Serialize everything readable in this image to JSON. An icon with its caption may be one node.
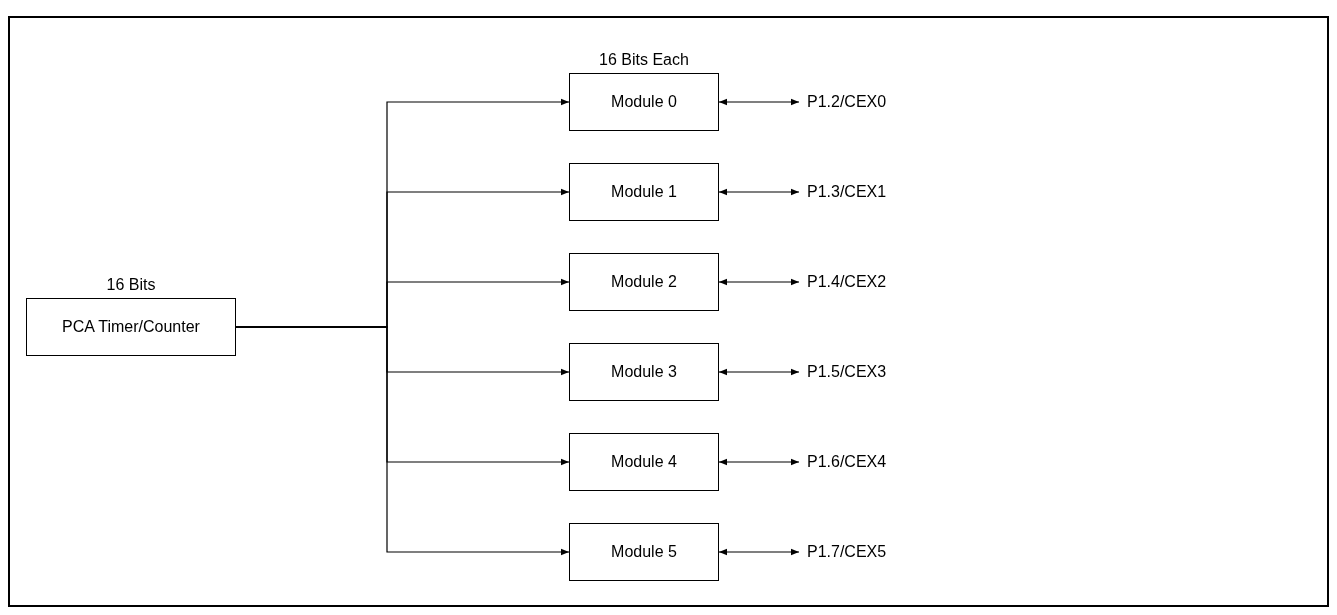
{
  "diagram": {
    "nodes": [
      {
        "text": [
          "PCA Timer/Counter"
        ],
        "beside": [
          "16 Bits"
        ]
      },
      {
        "text": [
          "Module 0"
        ],
        "beside": [
          "16 Bits Each"
        ]
      },
      {
        "text": [
          "Module 1"
        ]
      },
      {
        "text": [
          "Module 2"
        ]
      },
      {
        "text": [
          "Module 3"
        ]
      },
      {
        "text": [
          "Module 4"
        ]
      },
      {
        "text": [
          "Module 5"
        ]
      },
      {
        "text": [
          "P1.2/CEX0"
        ]
      },
      {
        "text": [
          "P1.3/CEX1"
        ]
      },
      {
        "text": [
          "P1.4/CEX2"
        ]
      },
      {
        "text": [
          "P1.5/CEX3"
        ]
      },
      {
        "text": [
          "P1.6/CEX4"
        ]
      },
      {
        "text": [
          "P1.7/CEX5"
        ]
      }
    ],
    "edges": [
      {
        "from": 0,
        "to": 1,
        "arrow": "to"
      },
      {
        "from": 0,
        "to": 2,
        "arrow": "to"
      },
      {
        "from": 0,
        "to": 3,
        "arrow": "to"
      },
      {
        "from": 0,
        "to": 4,
        "arrow": "to"
      },
      {
        "from": 0,
        "to": 5,
        "arrow": "to"
      },
      {
        "from": 0,
        "to": 6,
        "arrow": "to"
      },
      {
        "from": 1,
        "to": 7,
        "arrow": "both"
      },
      {
        "from": 2,
        "to": 8,
        "arrow": "both"
      },
      {
        "from": 3,
        "to": 9,
        "arrow": "both"
      },
      {
        "from": 4,
        "to": 10,
        "arrow": "both"
      },
      {
        "from": 5,
        "to": 11,
        "arrow": "both"
      },
      {
        "from": 6,
        "to": 12,
        "arrow": "both"
      }
    ]
  }
}
